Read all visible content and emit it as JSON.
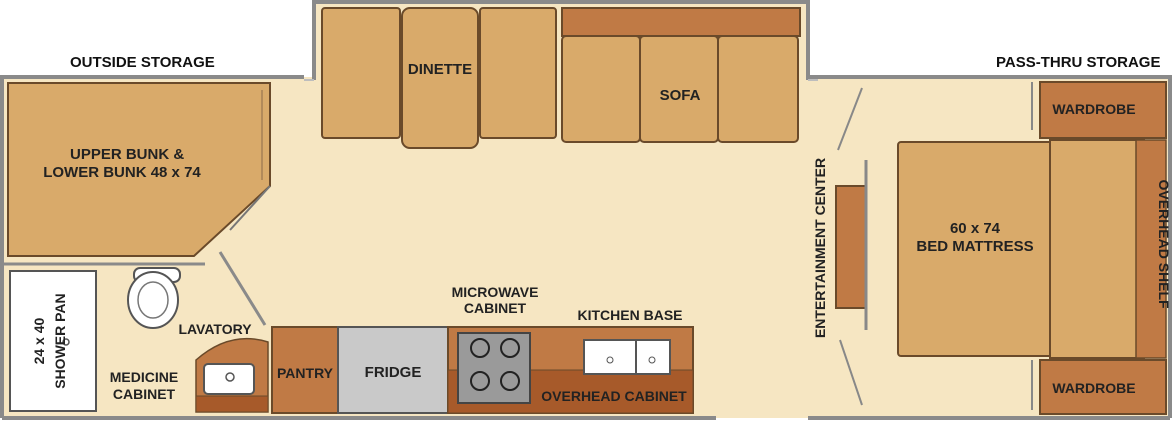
{
  "floorplan": {
    "exterior_labels": {
      "outside_storage": "OUTSIDE STORAGE",
      "pass_thru_storage": "PASS-THRU STORAGE"
    },
    "rooms": {
      "bunks_line1": "UPPER BUNK &",
      "bunks_line2": "LOWER BUNK 48 x 74",
      "dinette": "DINETTE",
      "sofa": "SOFA",
      "wardrobe_top": "WARDROBE",
      "wardrobe_bottom": "WARDROBE",
      "entertainment_center": "ENTERTAINMENT CENTER",
      "bed_line1": "60 x 74",
      "bed_line2": "BED MATTRESS",
      "overhead_shelf": "OVERHEAD SHELF",
      "microwave_line1": "MICROWAVE",
      "microwave_line2": "CABINET",
      "kitchen_base": "KITCHEN BASE",
      "lavatory": "LAVATORY",
      "shower_line1": "24 x 40",
      "shower_line2": "SHOWER PAN",
      "medicine_line1": "MEDICINE",
      "medicine_line2": "CABINET",
      "pantry": "PANTRY",
      "fridge": "FRIDGE",
      "overhead_cabinet": "OVERHEAD CABINET"
    },
    "colors": {
      "floor": "#f6e6c2",
      "furniture_tan": "#d9aa6a",
      "furniture_brown": "#c07a45",
      "cabinet_dark": "#a75a2a",
      "fridge_gray": "#c9c9c9",
      "wall": "#8a8a8a"
    }
  }
}
